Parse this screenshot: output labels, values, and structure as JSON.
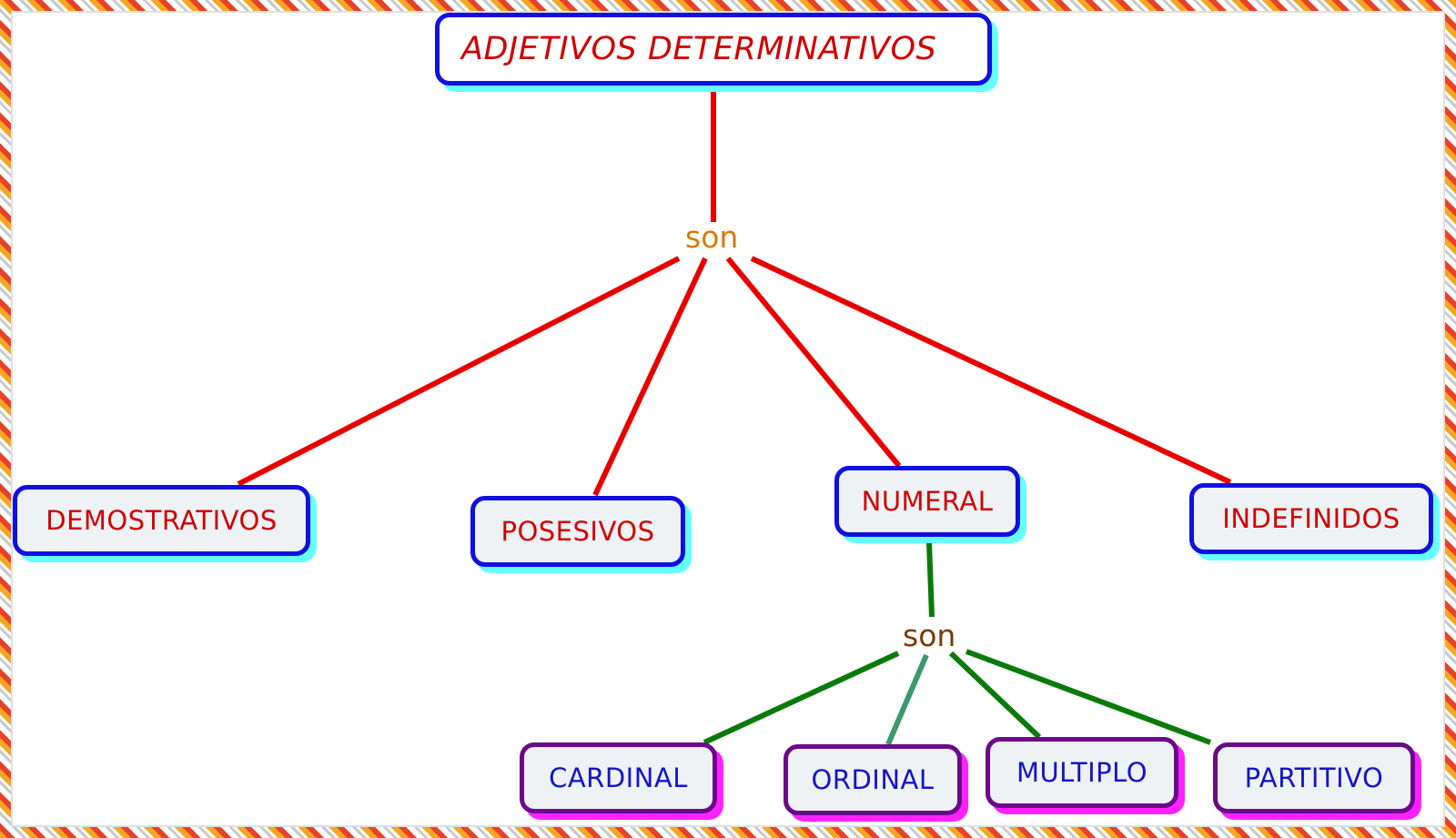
{
  "root": {
    "label": "ADJETIVOS DETERMINATIVOS"
  },
  "link_labels": {
    "son_top": "son",
    "son_bottom": "son"
  },
  "nodes": {
    "demostrativos": "DEMOSTRATIVOS",
    "posesivos": "POSESIVOS",
    "numeral": "NUMERAL",
    "indefinidos": "INDEFINIDOS",
    "cardinal": "CARDINAL",
    "ordinal": "ORDINAL",
    "multiplo": "MULTIPLO",
    "partitivo": "PARTITIVO"
  },
  "colors": {
    "primary_link": "#e80000",
    "secondary_link": "#0a7a0a",
    "secondary_link_alt": "#3a9a6a",
    "top_son": "#d97a00",
    "bottom_son": "#7a3a00",
    "blue_border": "#1010e0",
    "cyan_shadow": "#66ffff",
    "purple_border": "#6a0a8a",
    "magenta_shadow": "#ff22ff"
  }
}
